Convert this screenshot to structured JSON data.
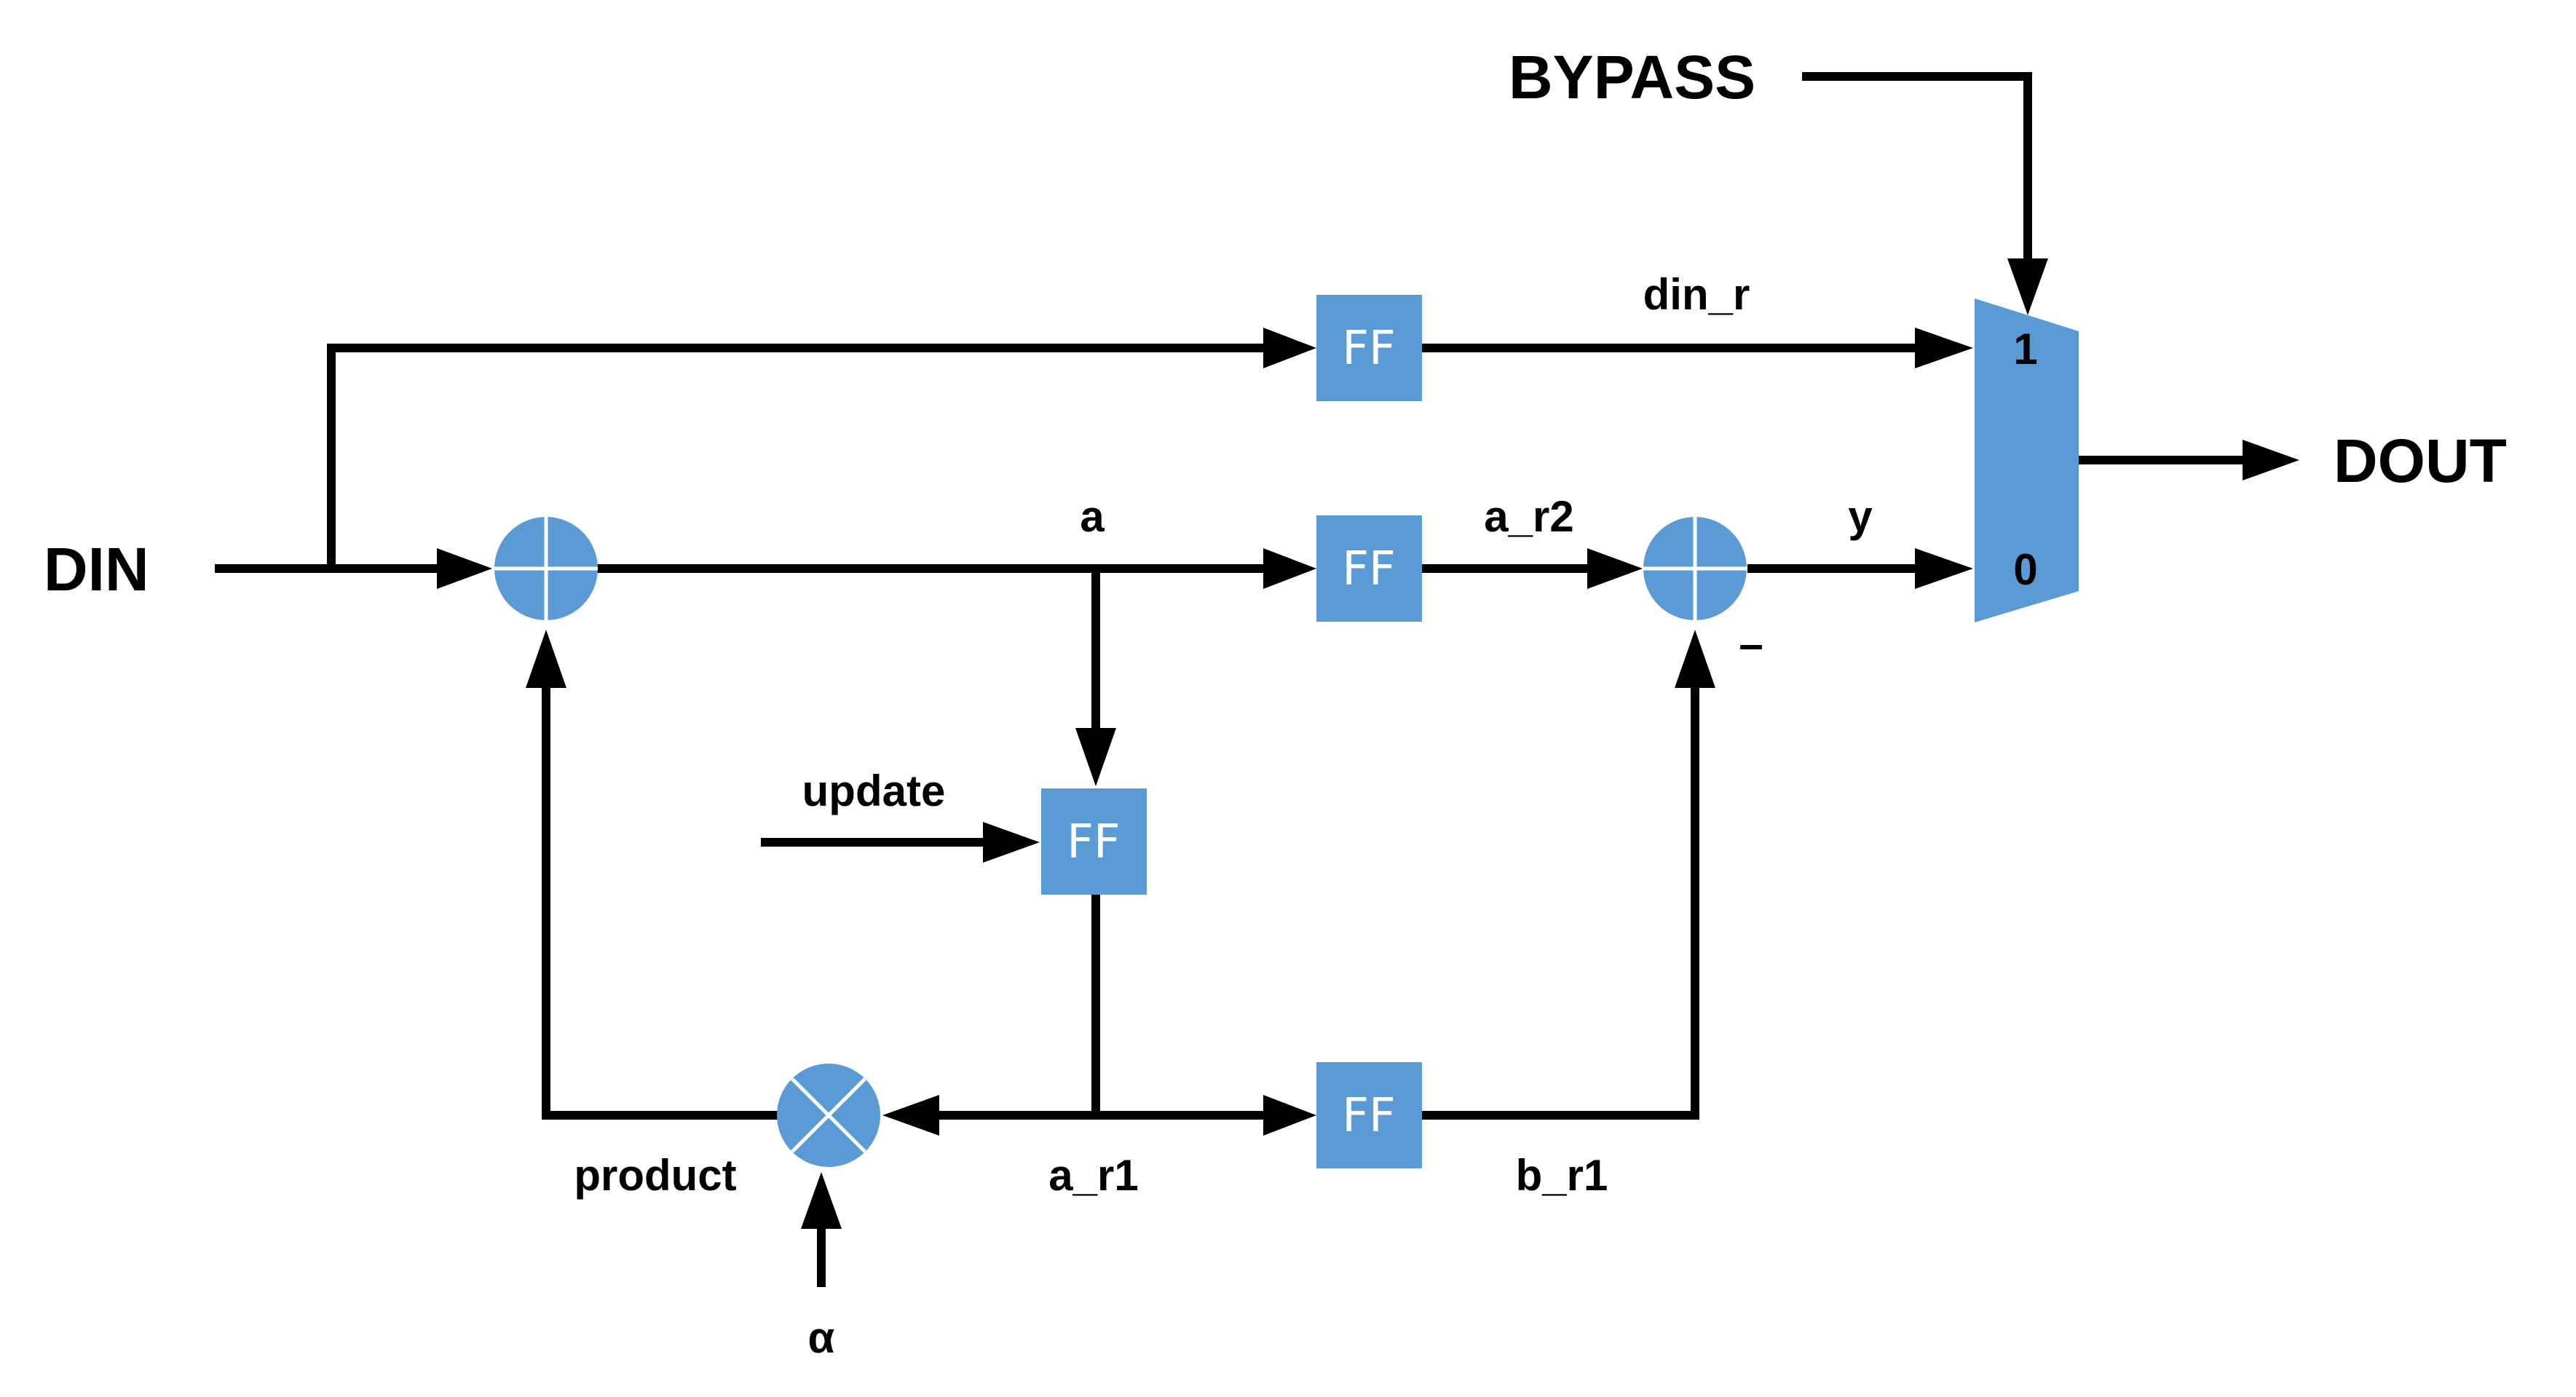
{
  "colors": {
    "block": "#5b9bd5",
    "wire": "#000000",
    "background": "#ffffff"
  },
  "ports": {
    "input": "DIN",
    "output": "DOUT",
    "bypass": "BYPASS",
    "update": "update",
    "alpha": "α"
  },
  "signals": {
    "din_r": "din_r",
    "a": "a",
    "a_r2": "a_r2",
    "y": "y",
    "a_r1": "a_r1",
    "b_r1": "b_r1",
    "product": "product",
    "minus": "–"
  },
  "blocks": {
    "ff_label": "FF",
    "mux_in1": "1",
    "mux_in0": "0"
  },
  "icons": {
    "adder": "circle-plus-icon",
    "multiplier": "circle-times-icon",
    "mux": "multiplexer-trapezoid"
  }
}
